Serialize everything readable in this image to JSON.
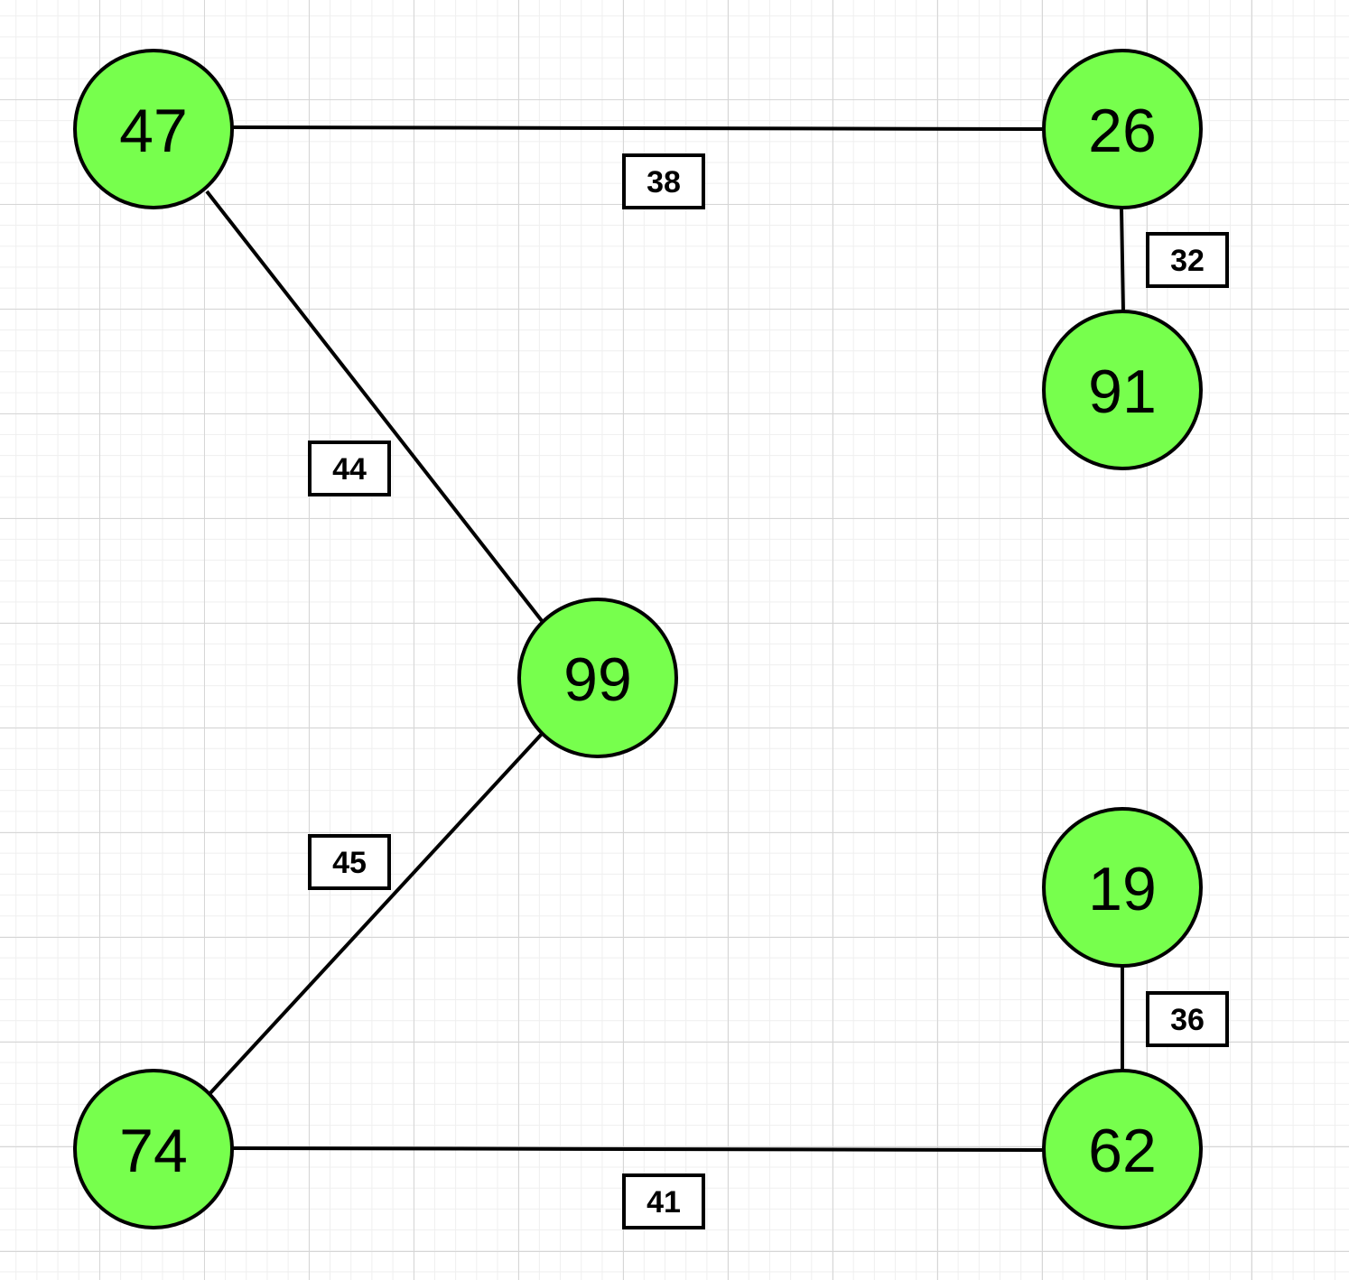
{
  "graph": {
    "node_color": "#77ff4d",
    "stroke_color": "#000000",
    "nodes": [
      {
        "id": "n47",
        "label": "47"
      },
      {
        "id": "n26",
        "label": "26"
      },
      {
        "id": "n91",
        "label": "91"
      },
      {
        "id": "n99",
        "label": "99"
      },
      {
        "id": "n19",
        "label": "19"
      },
      {
        "id": "n74",
        "label": "74"
      },
      {
        "id": "n62",
        "label": "62"
      }
    ],
    "edges": [
      {
        "from": "n47",
        "to": "n26",
        "weight": "38"
      },
      {
        "from": "n26",
        "to": "n91",
        "weight": "32"
      },
      {
        "from": "n47",
        "to": "n99",
        "weight": "44"
      },
      {
        "from": "n99",
        "to": "n74",
        "weight": "45"
      },
      {
        "from": "n19",
        "to": "n62",
        "weight": "36"
      },
      {
        "from": "n74",
        "to": "n62",
        "weight": "41"
      }
    ]
  }
}
